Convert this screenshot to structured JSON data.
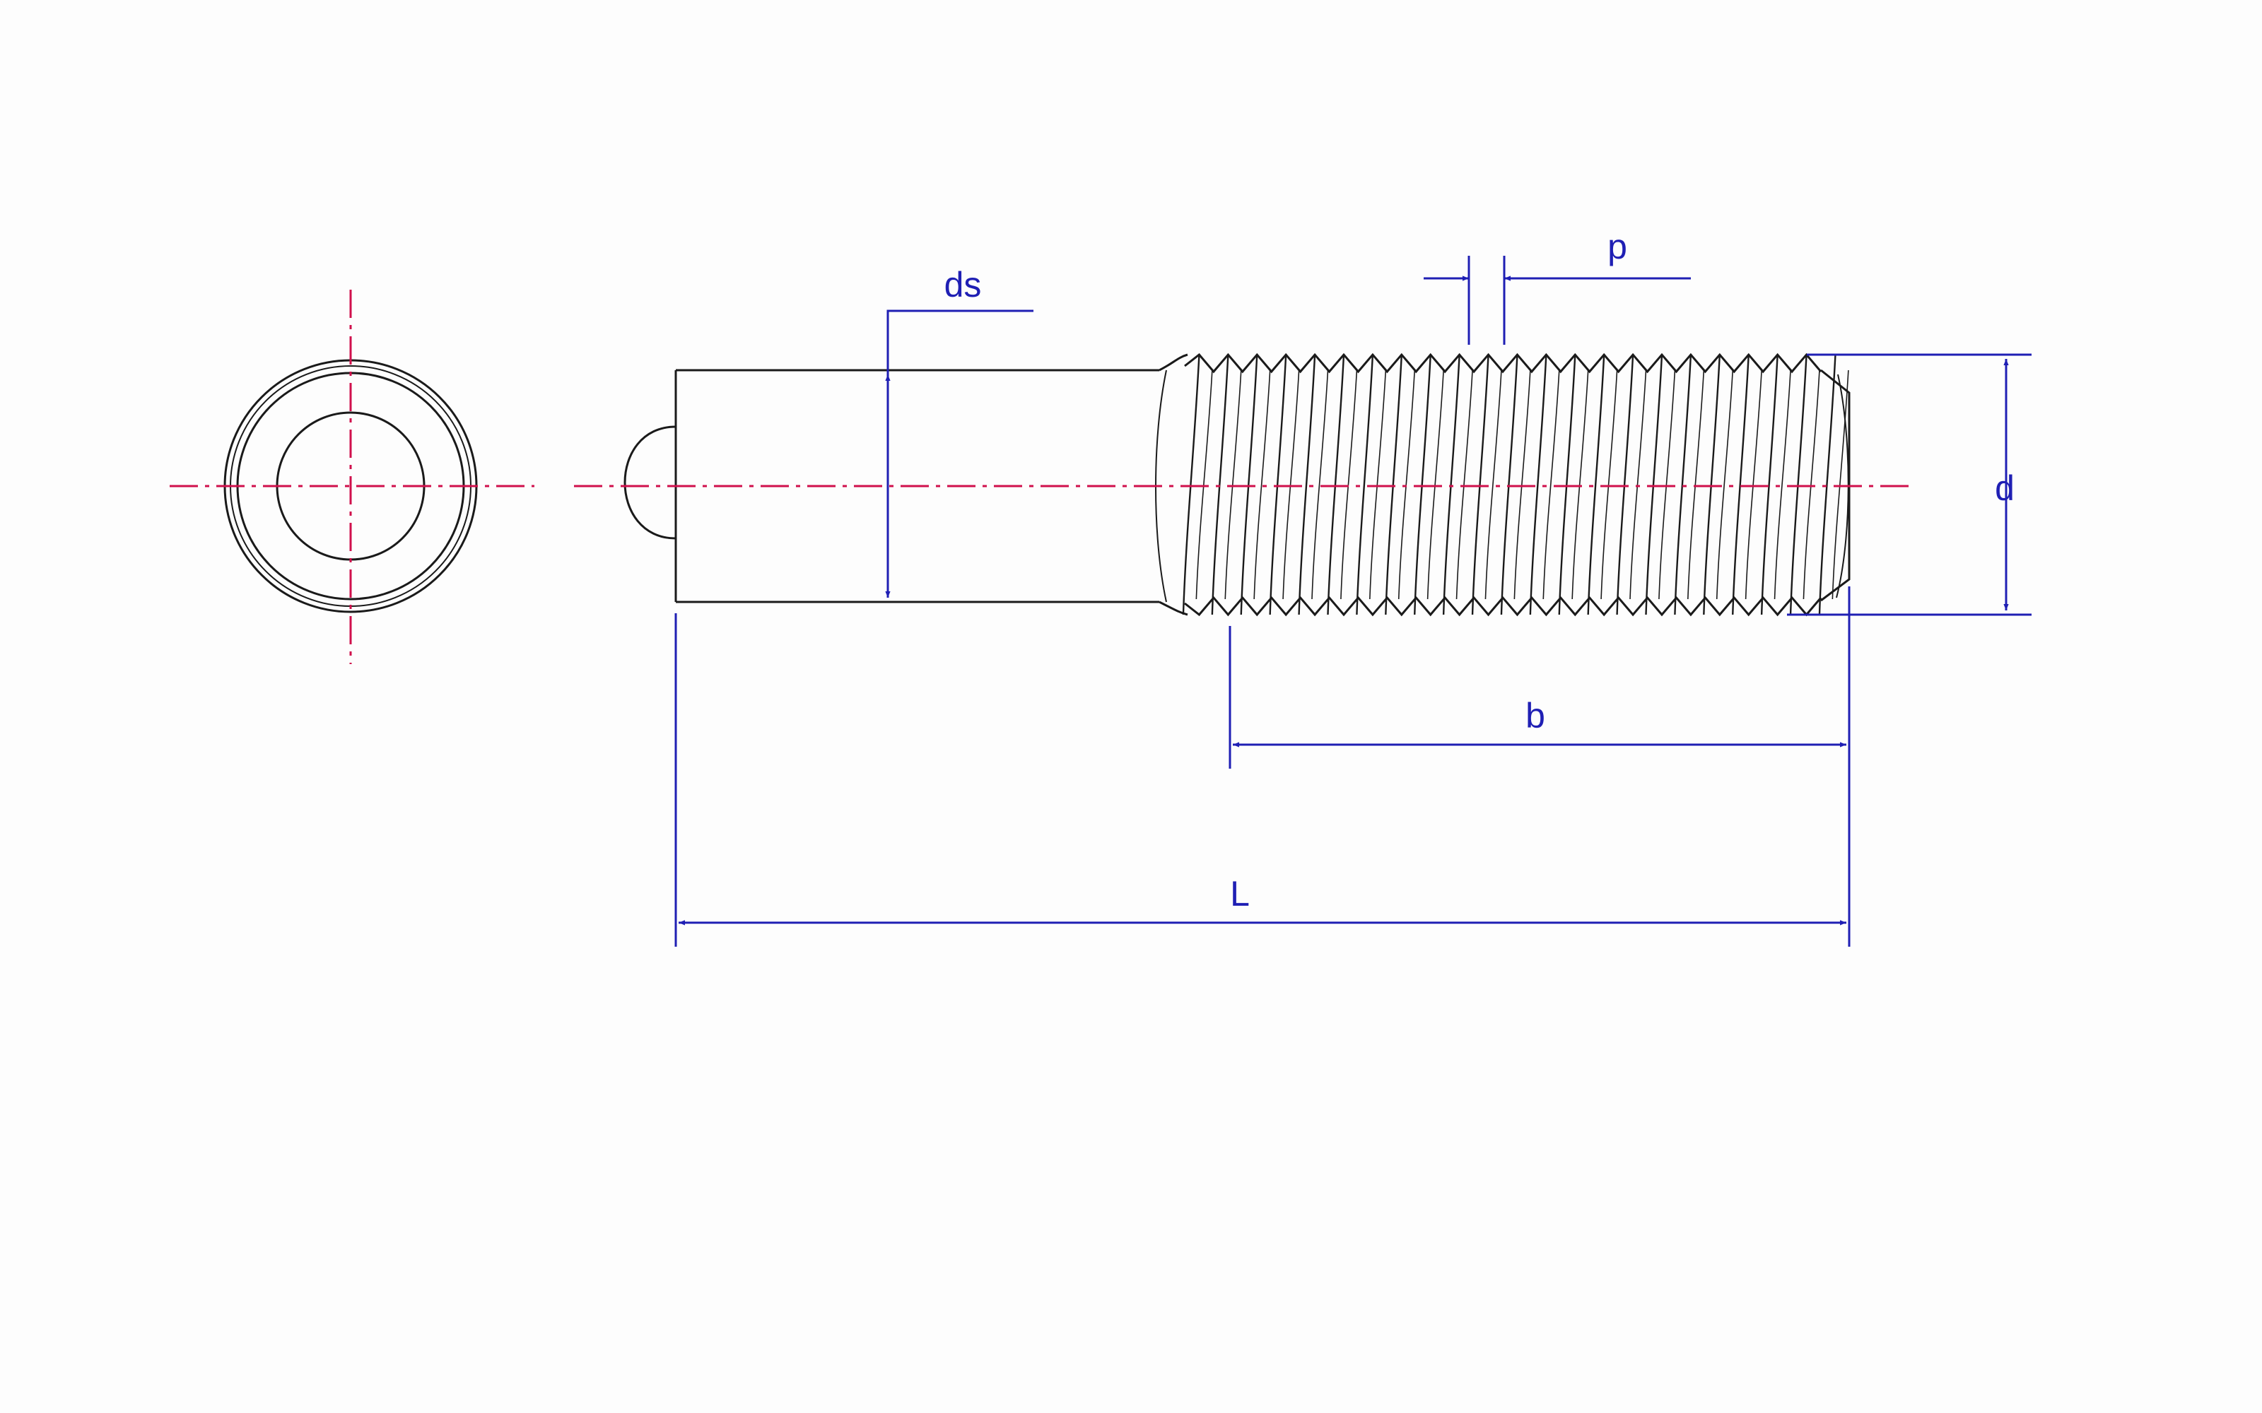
{
  "labels": {
    "ds": "ds",
    "p": "p",
    "d": "d",
    "b": "b",
    "L": "L"
  },
  "colors": {
    "outline": "#1a1a1a",
    "dimension": "#1f1fb4",
    "centerline": "#d0104c",
    "background": "#fdfdfd"
  },
  "thread": {
    "visible_crests": 22
  }
}
